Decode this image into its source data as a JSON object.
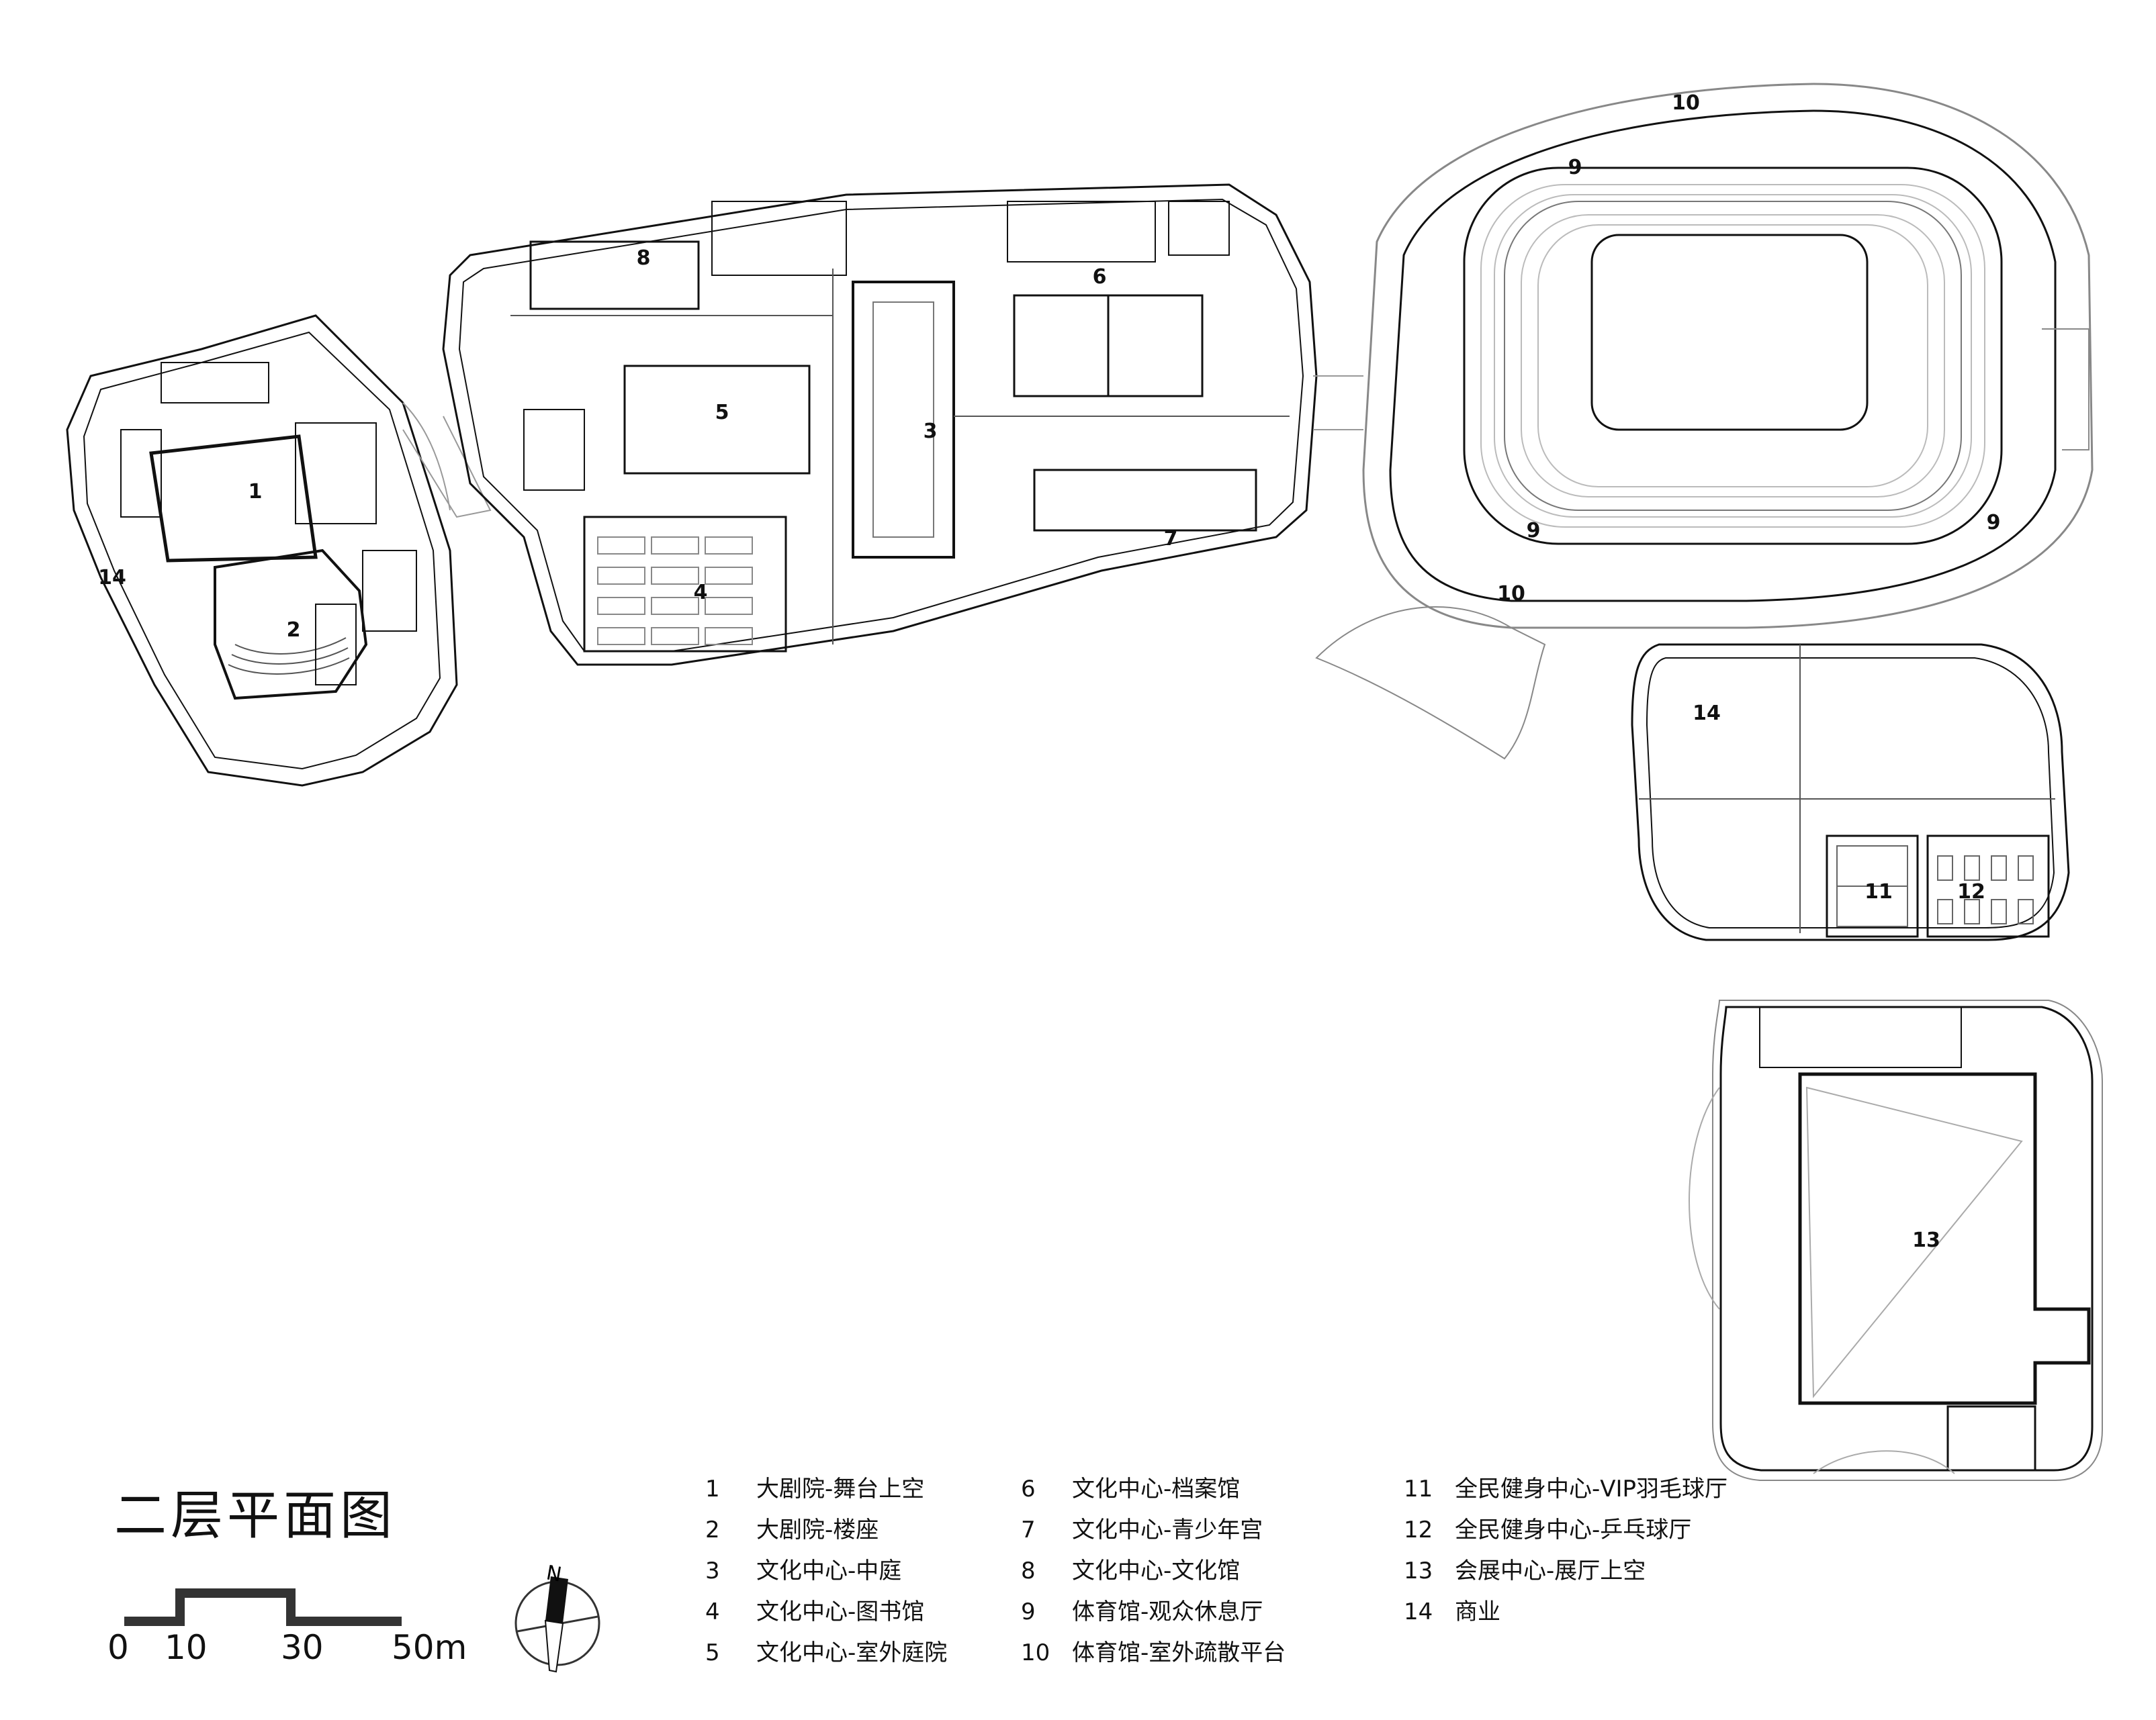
{
  "title": "二层平面图",
  "plan_labels": {
    "l1": "1",
    "l2": "2",
    "l3": "3",
    "l4": "4",
    "l5": "5",
    "l6": "6",
    "l7": "7",
    "l8": "8",
    "l9a": "9",
    "l9b": "9",
    "l9c": "9",
    "l10a": "10",
    "l10b": "10",
    "l11": "11",
    "l12": "12",
    "l13": "13",
    "l14a": "14",
    "l14b": "14"
  },
  "legend": [
    {
      "num": "1",
      "text": "大剧院-舞台上空"
    },
    {
      "num": "2",
      "text": "大剧院-楼座"
    },
    {
      "num": "3",
      "text": "文化中心-中庭"
    },
    {
      "num": "4",
      "text": "文化中心-图书馆"
    },
    {
      "num": "5",
      "text": "文化中心-室外庭院"
    },
    {
      "num": "6",
      "text": "文化中心-档案馆"
    },
    {
      "num": "7",
      "text": "文化中心-青少年宫"
    },
    {
      "num": "8",
      "text": "文化中心-文化馆"
    },
    {
      "num": "9",
      "text": "体育馆-观众休息厅"
    },
    {
      "num": "10",
      "text": "体育馆-室外疏散平台"
    },
    {
      "num": "11",
      "text": "全民健身中心-VIP羽毛球厅"
    },
    {
      "num": "12",
      "text": "全民健身中心-乒乓球厅"
    },
    {
      "num": "13",
      "text": "会展中心-展厅上空"
    },
    {
      "num": "14",
      "text": "商业"
    }
  ],
  "scale": {
    "s0": "0",
    "s10": "10",
    "s30": "30",
    "s50": "50m"
  },
  "north": "N",
  "colors": {
    "line": "#111111",
    "thin": "#555555",
    "light": "#9a9a9a",
    "paper": "#ffffff"
  }
}
